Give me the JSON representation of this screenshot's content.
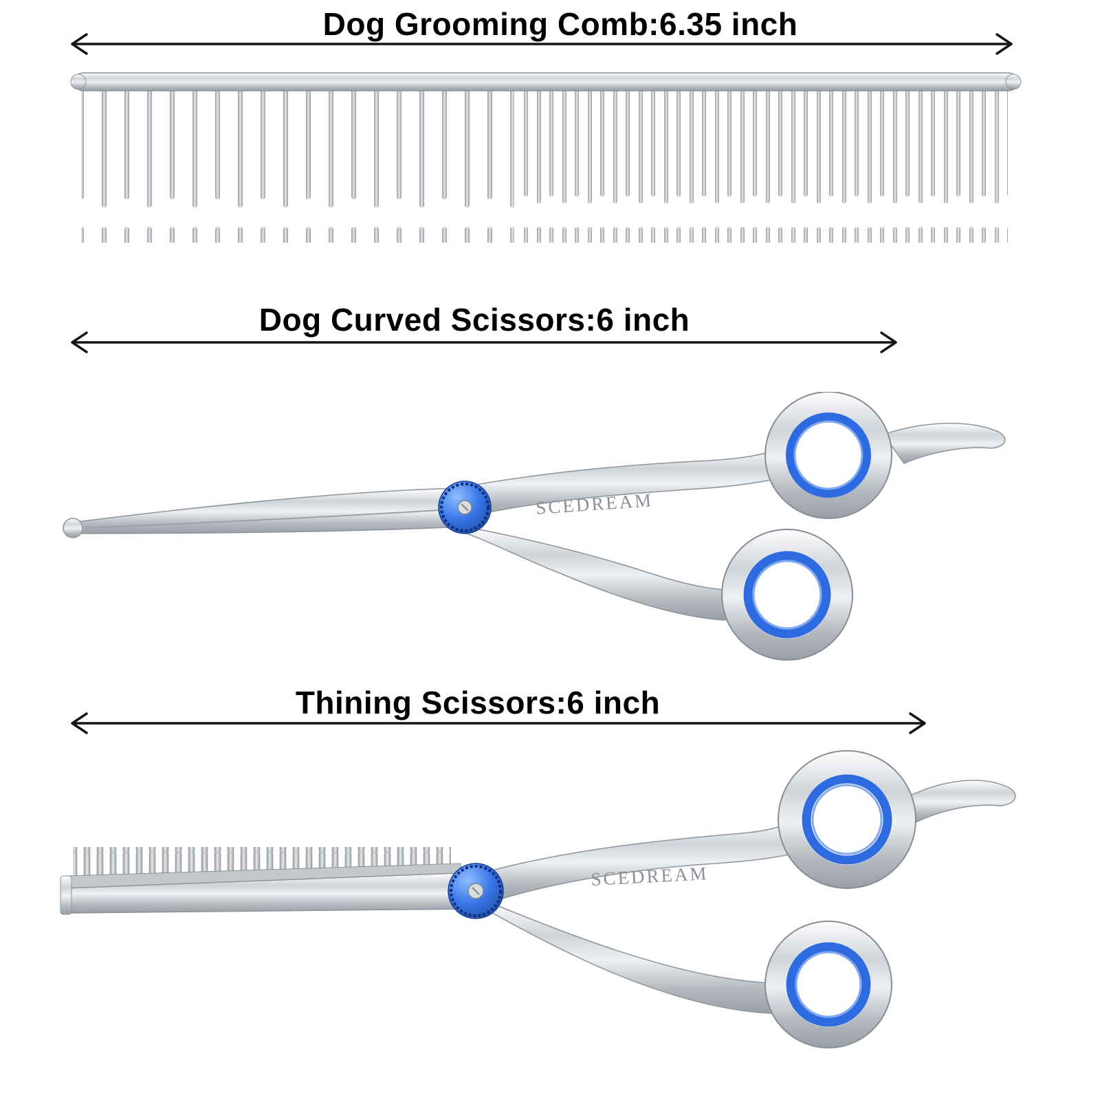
{
  "page": {
    "background": "#ffffff"
  },
  "brand": "SCEDREAM",
  "sections": [
    {
      "id": "grooming-comb",
      "label": "Dog Grooming Comb:6.35 inch"
    },
    {
      "id": "curved-scissors",
      "label": "Dog Curved Scissors:6 inch"
    },
    {
      "id": "thinning-scissors",
      "label": "Thining Scissors:6 inch"
    }
  ],
  "colors": {
    "arrow": "#141414",
    "accent_blue": "#2e6be0",
    "steel_light": "#eef1f3",
    "steel_dark": "#999fa6"
  }
}
